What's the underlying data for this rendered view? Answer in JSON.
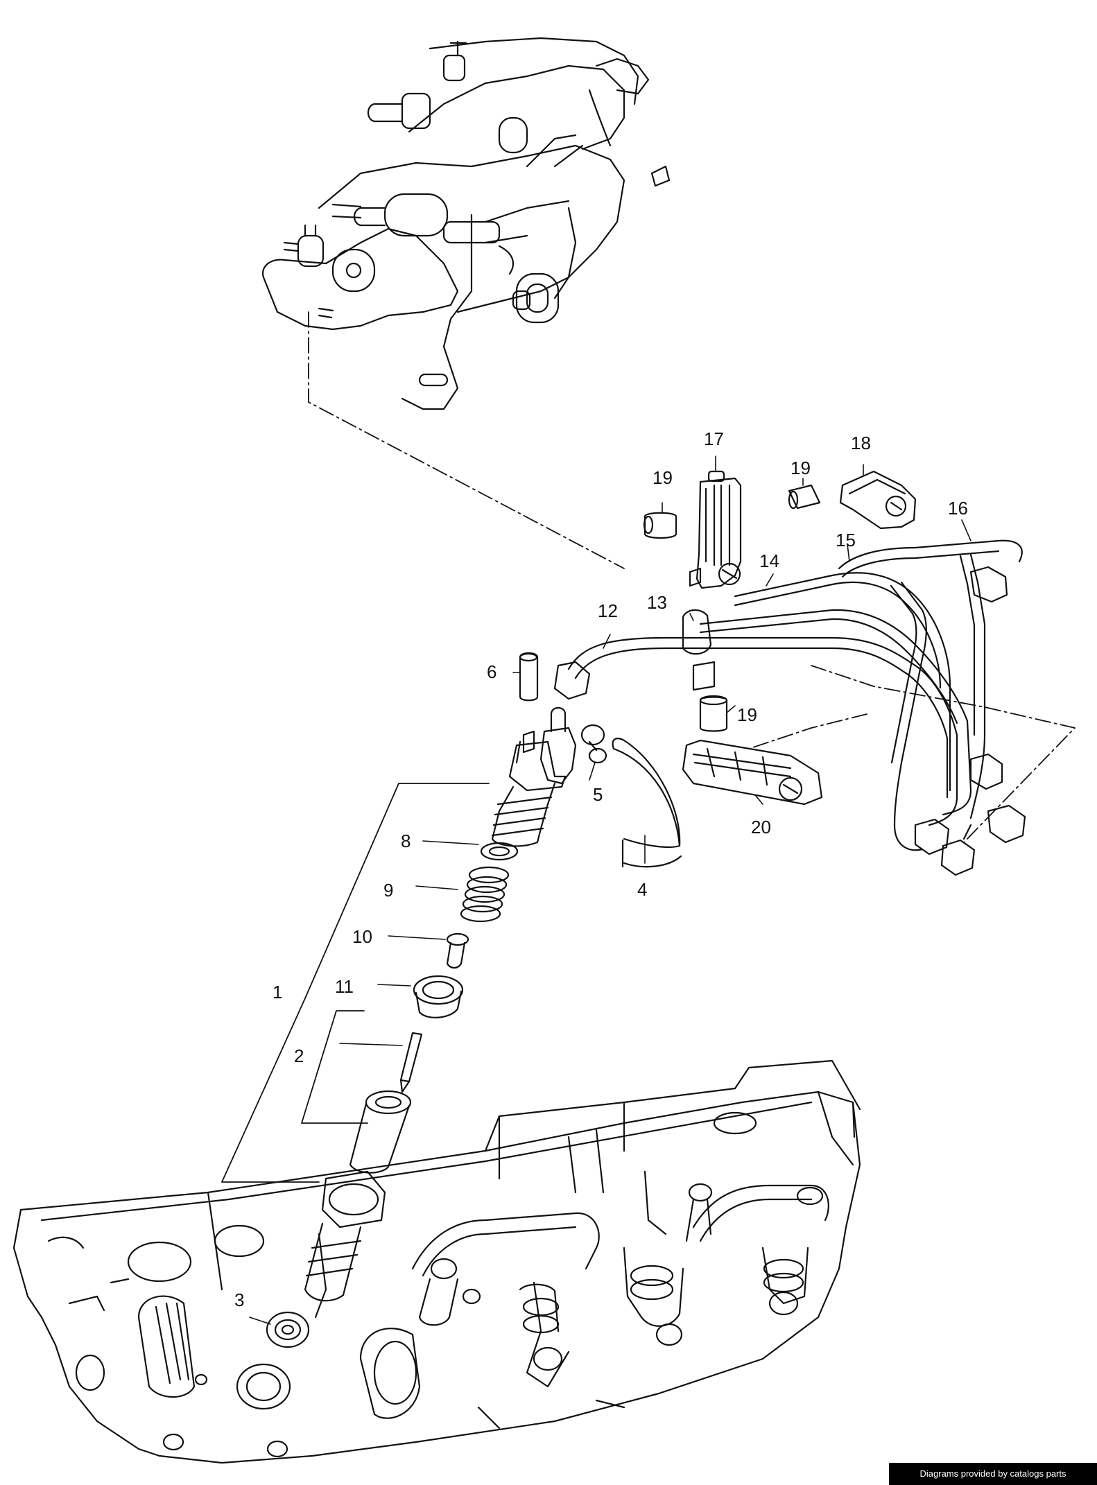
{
  "diagram": {
    "callouts": [
      {
        "id": "c1",
        "label": "1"
      },
      {
        "id": "c2",
        "label": "2"
      },
      {
        "id": "c3",
        "label": "3"
      },
      {
        "id": "c4",
        "label": "4"
      },
      {
        "id": "c5",
        "label": "5"
      },
      {
        "id": "c6",
        "label": "6"
      },
      {
        "id": "c8",
        "label": "8"
      },
      {
        "id": "c9",
        "label": "9"
      },
      {
        "id": "c10",
        "label": "10"
      },
      {
        "id": "c11",
        "label": "11"
      },
      {
        "id": "c12",
        "label": "12"
      },
      {
        "id": "c13",
        "label": "13"
      },
      {
        "id": "c14",
        "label": "14"
      },
      {
        "id": "c15",
        "label": "15"
      },
      {
        "id": "c16",
        "label": "16"
      },
      {
        "id": "c17",
        "label": "17"
      },
      {
        "id": "c18",
        "label": "18"
      },
      {
        "id": "c19a",
        "label": "19"
      },
      {
        "id": "c19b",
        "label": "19"
      },
      {
        "id": "c19c",
        "label": "19"
      },
      {
        "id": "c20",
        "label": "20"
      }
    ]
  },
  "footer": {
    "credit_text": "Diagrams provided by catalogs parts"
  }
}
